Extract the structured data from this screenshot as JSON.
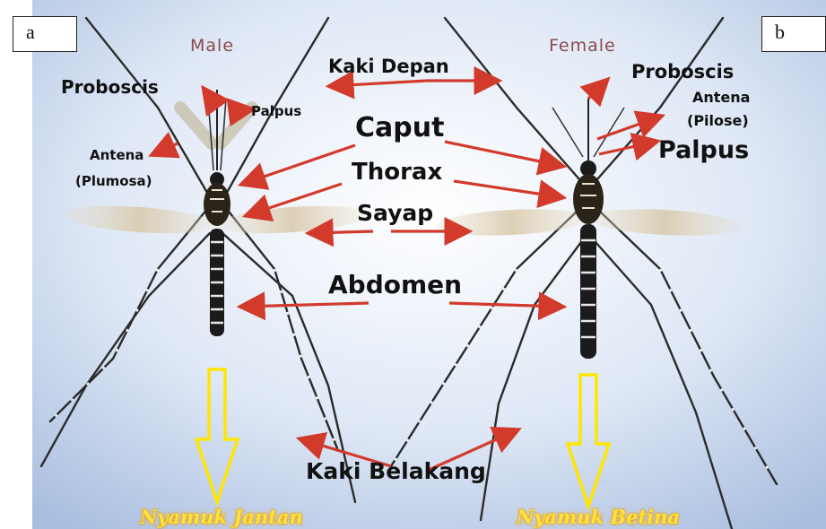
{
  "panels": {
    "a": "a",
    "b": "b"
  },
  "sex": {
    "male": "Male",
    "female": "Female"
  },
  "labels": {
    "kaki_depan": "Kaki Depan",
    "proboscis_male": "Proboscis",
    "palpus_male": "Palpus",
    "antena_male": "Antena",
    "plumosa": "(Plumosa)",
    "caput": "Caput",
    "thorax": "Thorax",
    "sayap": "Sayap",
    "abdomen": "Abdomen",
    "kaki_belakang": "Kaki Belakang",
    "proboscis_female": "Proboscis",
    "antena_female": "Antena",
    "pilose": "(Pilose)",
    "palpus_female": "Palpus"
  },
  "captions": {
    "male": "Nyamuk Jantan",
    "female": "Nyamuk Betina"
  },
  "colors": {
    "arrow": "#d23a2c",
    "yellow_arrow": "#ffe600",
    "background": "#c9d8ee"
  }
}
